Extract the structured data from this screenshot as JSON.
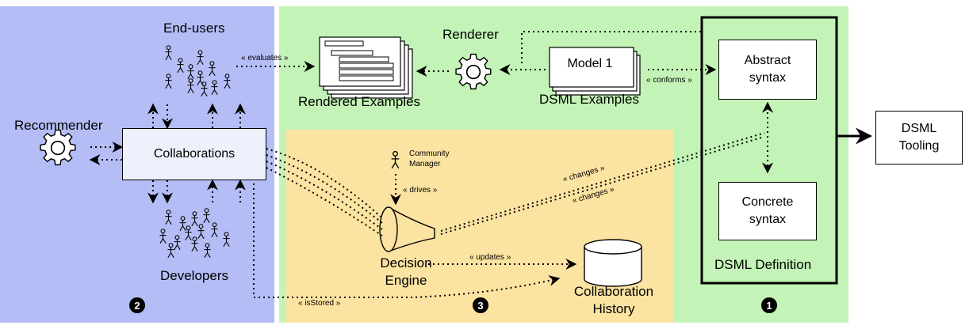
{
  "labels": {
    "end_users": "End-users",
    "developers": "Developers",
    "recommender": "Recommender",
    "collaborations": "Collaborations",
    "renderer": "Renderer",
    "rendered_examples": "Rendered Examples",
    "model_1": "Model 1",
    "dsml_examples": "DSML Examples",
    "abstract_syntax": "Abstract syntax",
    "concrete_syntax": "Concrete syntax",
    "dsml_definition": "DSML Definition",
    "dsml_tooling": "DSML Tooling",
    "community_manager": "Community Manager",
    "decision_engine": "Decision Engine",
    "collaboration_history": "Collaboration History"
  },
  "edges": {
    "evaluates": "« evaluates »",
    "conforms": "« conforms »",
    "drives": "« drives »",
    "changes": "« changes »",
    "updates": "« updates »",
    "is_stored": "« isStored »"
  },
  "markers": [
    "2",
    "3",
    "1"
  ],
  "colors": {
    "blue_region": "#b4bdf5",
    "green_region": "#c3f3b6",
    "yellow_region": "#fbe3a1",
    "collab_box": "#eef0fc"
  }
}
